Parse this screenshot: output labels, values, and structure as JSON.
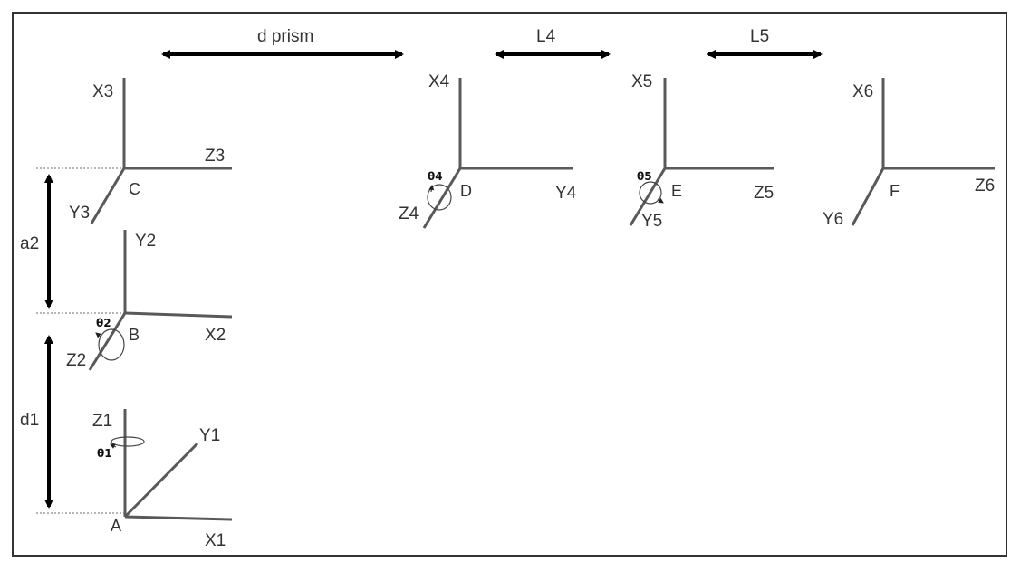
{
  "dimensions": {
    "d_prism": "d prism",
    "L4": "L4",
    "L5": "L5",
    "a2": "a2",
    "d1": "d1"
  },
  "frames": {
    "A": {
      "point": "A",
      "up": "Z1",
      "right": "X1",
      "diag": "Y1",
      "angle": "θ1"
    },
    "B": {
      "point": "B",
      "up": "Y2",
      "right": "X2",
      "diag": "Z2",
      "angle": "θ2"
    },
    "C": {
      "point": "C",
      "up": "X3",
      "right": "Z3",
      "diag": "Y3"
    },
    "D": {
      "point": "D",
      "up": "X4",
      "right": "Y4",
      "diag": "Z4",
      "angle": "θ4"
    },
    "E": {
      "point": "E",
      "up": "X5",
      "right": "Z5",
      "diag": "Y5",
      "angle": "θ5"
    },
    "F": {
      "point": "F",
      "up": "X6",
      "right": "Z6",
      "diag": "Y6"
    }
  }
}
